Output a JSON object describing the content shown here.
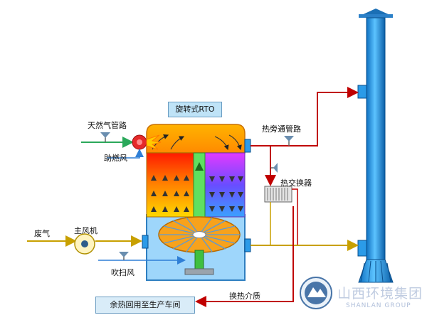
{
  "labels": {
    "title": "旋转式RTO",
    "natural_gas": "天然气管路",
    "combustion_fan": "助燃风",
    "hot_bypass": "热旁通管路",
    "heat_exchanger": "热交换器",
    "waste_gas": "废气",
    "main_fan": "主风机",
    "purge_air": "吹扫风",
    "heat_medium": "换热介质",
    "waste_heat_output": "余热回用至生产车间"
  },
  "watermark": {
    "company_cn": "山西环境集团",
    "company_en": "SHANLAN GROUP"
  },
  "colors": {
    "waste_gas_line": "#c8a000",
    "hot_line": "#c00000",
    "gas_line": "#2aa85a",
    "purge_line": "#2f7fd6",
    "chimney": "#2b9be8",
    "reactor_shell": "#4aa3df"
  }
}
